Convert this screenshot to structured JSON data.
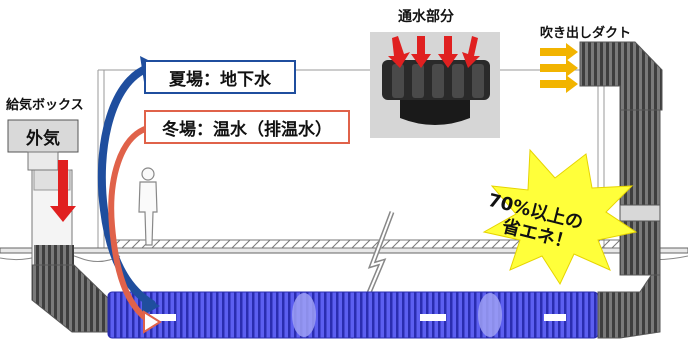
{
  "labels": {
    "supply_box": "給気ボックス",
    "outside_air": "外気",
    "summer_source": "夏場：地下水",
    "winter_source": "冬場：温水（排温水）",
    "water_section": "通水部分",
    "outlet_duct": "吹き出しダクト",
    "savings_line1": "70%以上の",
    "savings_line2": "省エネ！"
  },
  "colors": {
    "summer": "#1f4e9e",
    "winter": "#e0624a",
    "red_arrow": "#e02020",
    "yellow_arrow": "#f2b400",
    "burst": "#ffff3a",
    "pipe_blue": "#4a4ee0",
    "duct_gray": "#6e6e6e"
  }
}
